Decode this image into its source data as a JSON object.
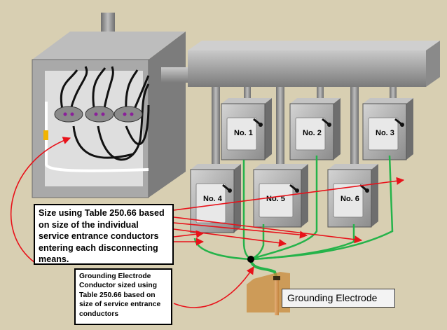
{
  "disconnects": [
    {
      "label": "No. 1"
    },
    {
      "label": "No. 2"
    },
    {
      "label": "No. 3"
    },
    {
      "label": "No. 4"
    },
    {
      "label": "No. 5"
    },
    {
      "label": "No. 6"
    }
  ],
  "callouts": {
    "sizing_rule": "Size using Table 250.66 based on size of the individual service entrance conductors entering each disconnecting means.",
    "gec_rule": "Grounding Electrode Conductor sized using Table 250.66 based on size of service entrance conductors"
  },
  "electrode_label": "Grounding Electrode",
  "colors": {
    "background": "#d8cfb2",
    "arrow": "#e8121a",
    "ground_wire": "#25b34a",
    "electrode": "#c98a3a",
    "metal": "#a6a6a6"
  }
}
